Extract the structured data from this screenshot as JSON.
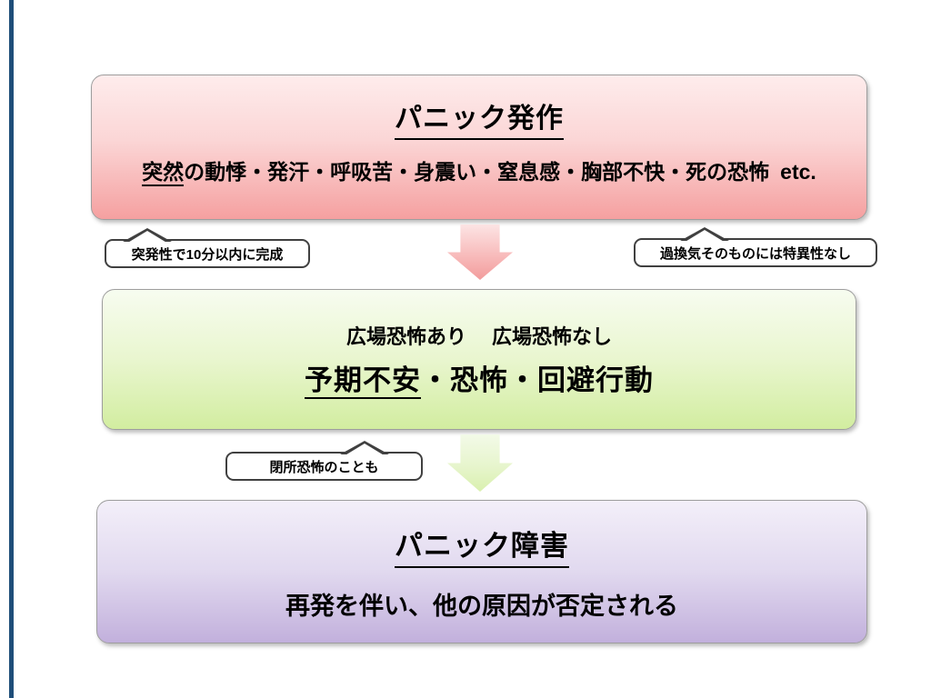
{
  "boxes": {
    "panic_attack": {
      "title": "パニック発作",
      "symptoms_sudden": "突然",
      "symptoms_rest": "の動悸・発汗・呼吸苦・身震い・窒息感・胸部不快・死の恐怖",
      "symptoms_etc": "etc."
    },
    "anticipatory_anxiety": {
      "agoraphobia_line": "広場恐怖あり　 広場恐怖なし",
      "main_underlined": "予期不安",
      "main_rest": "・恐怖・回避行動"
    },
    "panic_disorder": {
      "title": "パニック障害",
      "subtitle": "再発を伴い、他の原因が否定される"
    }
  },
  "callouts": {
    "sudden_onset": "突発性で10分以内に完成",
    "hyperventilation": "過換気そのものには特異性なし",
    "claustrophobia": "閉所恐怖のことも"
  },
  "colors": {
    "accent_bar": "#1F4E79",
    "pink_box_top": "#feecec",
    "pink_box_bottom": "#f5a0a0",
    "green_box_top": "#f7fcf0",
    "green_box_bottom": "#d2eda0",
    "purple_box_top": "#f3eff9",
    "purple_box_bottom": "#c2b0dc",
    "callout_border": "#404040",
    "box_border": "#9e9e9e"
  }
}
